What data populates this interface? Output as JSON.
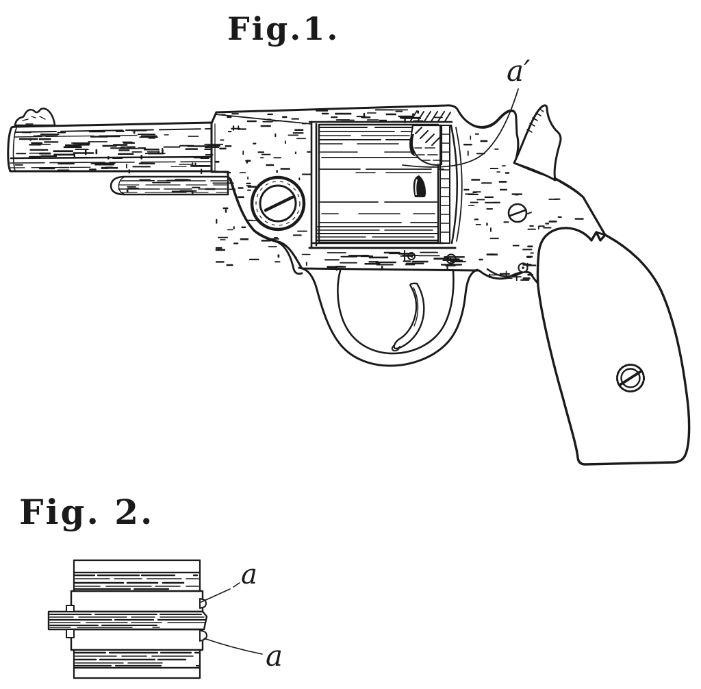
{
  "style": {
    "ink": "#1a1a1a",
    "paper": "#ffffff"
  },
  "figure1": {
    "label": "Fig.1.",
    "callout_a_prime": "a′"
  },
  "figure2": {
    "label": "Fig. 2.",
    "callout_a_top": "a",
    "callout_a_bottom": "a"
  }
}
